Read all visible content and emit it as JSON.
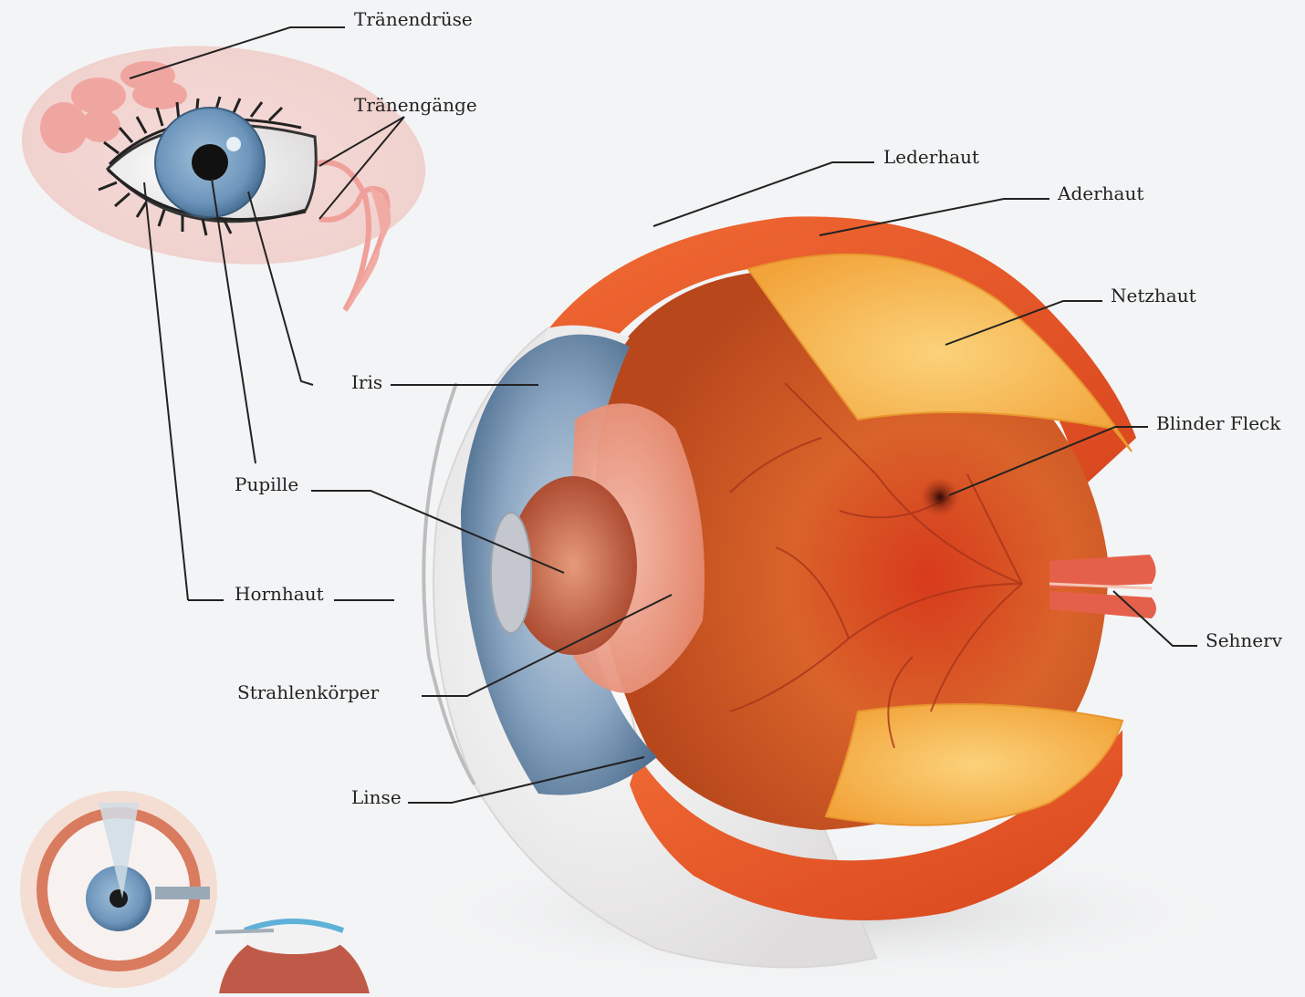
{
  "labels": {
    "traenendruese": "Tränendrüse",
    "traenengaenge": "Tränengänge",
    "lederhaut": "Lederhaut",
    "aderhaut": "Aderhaut",
    "netzhaut": "Netzhaut",
    "iris": "Iris",
    "blinder_fleck": "Blinder Fleck",
    "pupille": "Pupille",
    "hornhaut": "Hornhaut",
    "sehnerv": "Sehnerv",
    "strahlenkoerper": "Strahlenkörper",
    "linse": "Linse"
  },
  "colors": {
    "background": "#f3f4f5",
    "sclera_orange": "#e8552a",
    "retina_yellow": "#f5b648",
    "interior_red": "#d45622",
    "iris_blue": "#7f9fbf",
    "skin_pink": "#f2d2cf",
    "leader_line": "#222222"
  }
}
